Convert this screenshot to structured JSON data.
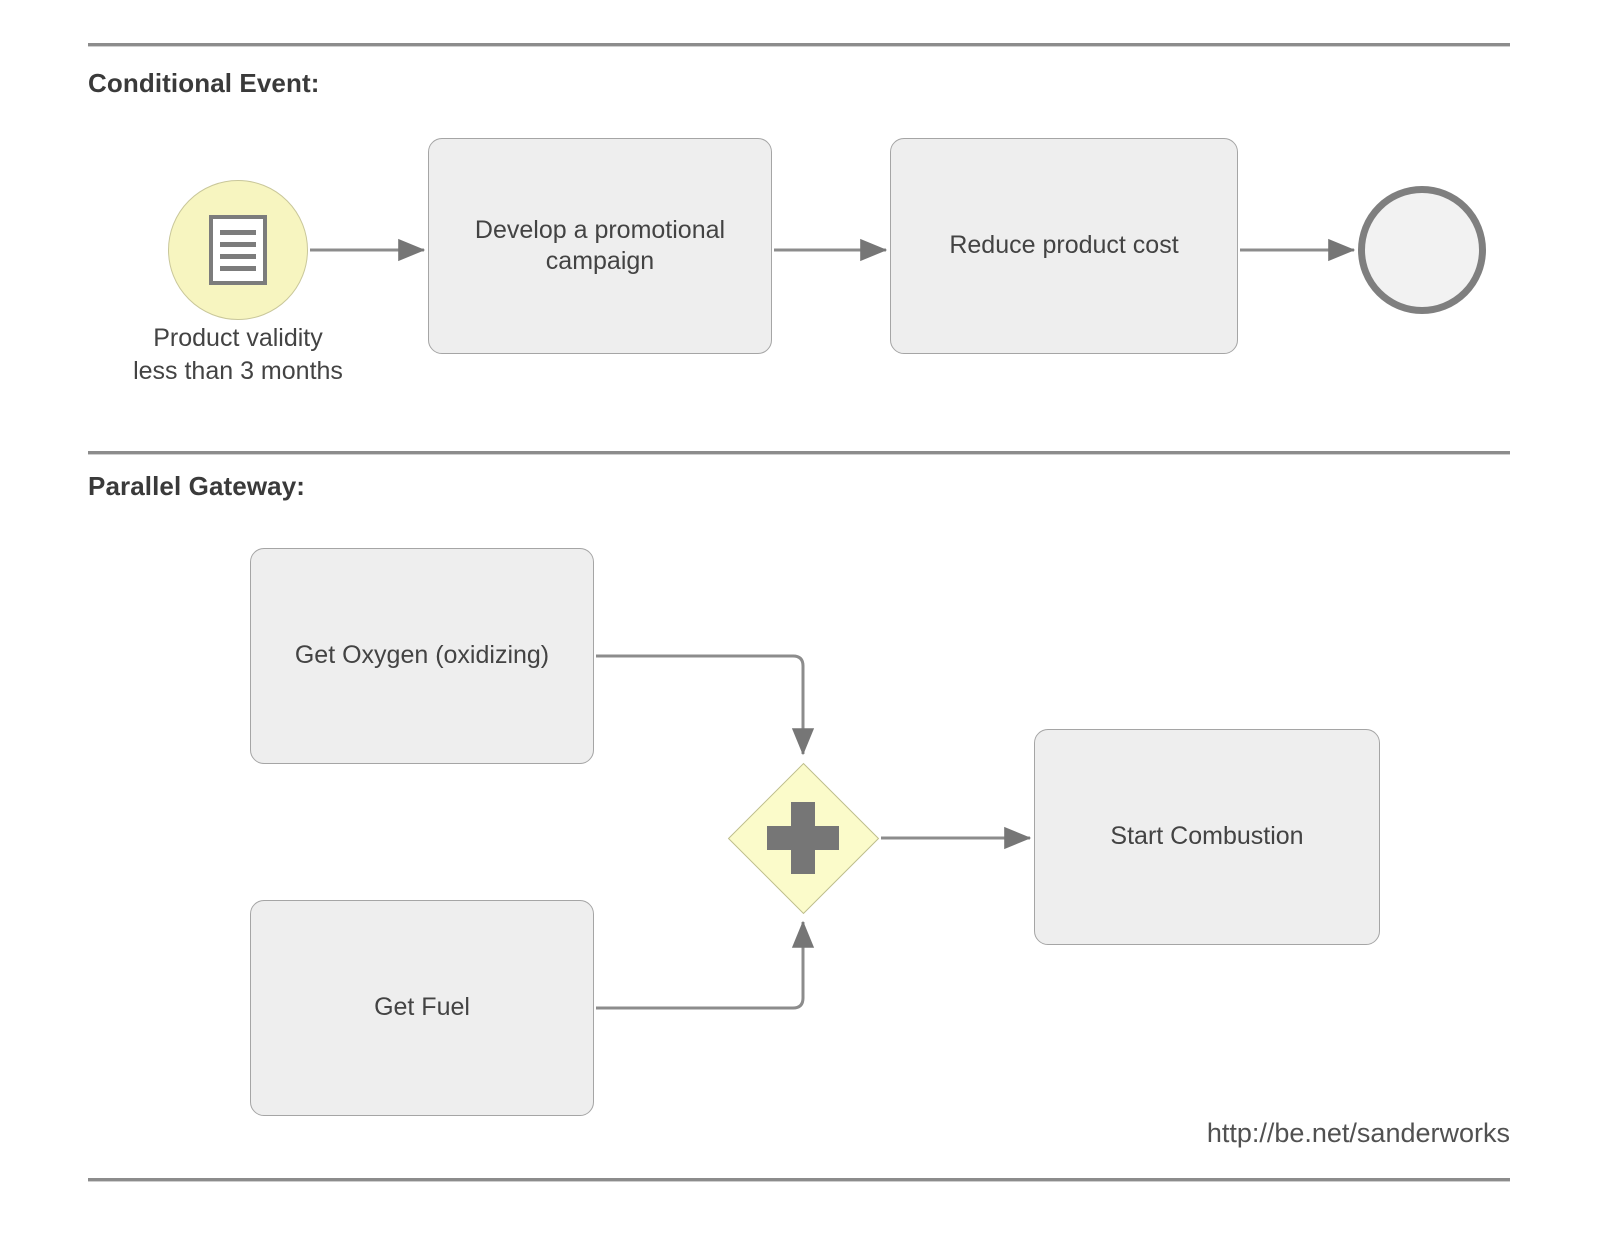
{
  "page": {
    "background_color": "#ffffff",
    "line_color": "#8c8c8c",
    "task_fill": "#eeeeee",
    "task_border": "#a5a5a5",
    "event_fill": "#f7f5c0",
    "gateway_fill": "#fbfbca",
    "icon_gray": "#767676"
  },
  "sections": [
    {
      "heading": "Conditional Event:",
      "nodes": {
        "start_event": {
          "type": "conditional-start-event",
          "icon": "document-lines-icon",
          "label_line1": "Product validity",
          "label_line2": "less than 3 months"
        },
        "task_1": {
          "type": "task",
          "label": "Develop a promotional campaign"
        },
        "task_2": {
          "type": "task",
          "label": "Reduce product cost"
        },
        "end_event": {
          "type": "end-event",
          "label": ""
        }
      }
    },
    {
      "heading": "Parallel Gateway:",
      "nodes": {
        "task_oxygen": {
          "type": "task",
          "label": "Get Oxygen (oxidizing)"
        },
        "task_fuel": {
          "type": "task",
          "label": "Get Fuel"
        },
        "gateway": {
          "type": "parallel-gateway",
          "symbol": "plus-icon"
        },
        "task_start": {
          "type": "task",
          "label": "Start Combustion"
        }
      }
    }
  ],
  "footer": {
    "url": "http://be.net/sanderworks"
  }
}
